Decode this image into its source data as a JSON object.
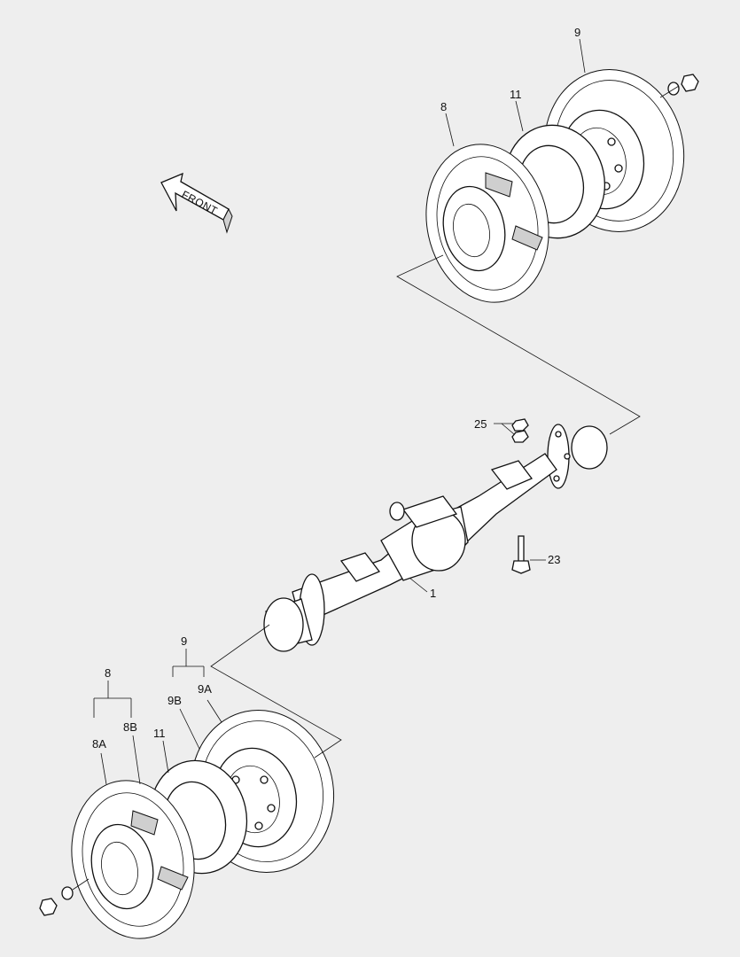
{
  "diagram": {
    "front_arrow_label": "FRONT",
    "callouts": {
      "top_tire_inner": "8",
      "top_tube": "11",
      "top_tire_outer": "9",
      "nut_group": "25",
      "bolt": "23",
      "axle": "1",
      "bottom_group_9": "9",
      "bottom_9a": "9A",
      "bottom_9b": "9B",
      "bottom_group_8": "8",
      "bottom_8a": "8A",
      "bottom_8b": "8B",
      "bottom_tube": "11"
    }
  }
}
